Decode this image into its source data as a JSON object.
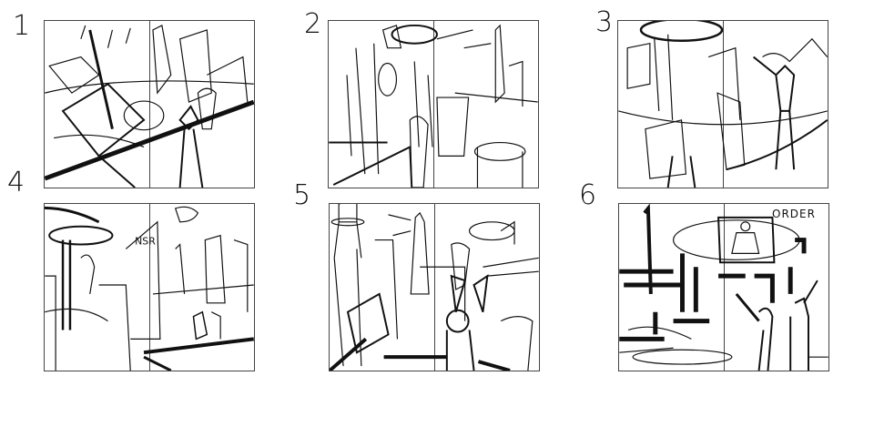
{
  "sheet": {
    "description": "Thumbnail sketch sheet of six city-scene storyboard panels",
    "background": "#ffffff",
    "stroke_color": "#111111",
    "frame_color": "#444444"
  },
  "panels": [
    {
      "number": "1",
      "subject": "aerial isometric view of industrial city with figure waving in foreground"
    },
    {
      "number": "2",
      "subject": "street-level skyline with blimp and towers"
    },
    {
      "number": "3",
      "subject": "circling aircraft over towers, raised-arm figure"
    },
    {
      "number": "4",
      "subject": "smokestack skyline, swirling smoke, NSR sign, cheering figures"
    },
    {
      "number": "5",
      "subject": "water tower, blimp, radio mast, large machinery in foreground"
    },
    {
      "number": "6",
      "subject": "giant screen with broadcaster, crowd raising arms",
      "sign_text": "ORDER"
    }
  ]
}
